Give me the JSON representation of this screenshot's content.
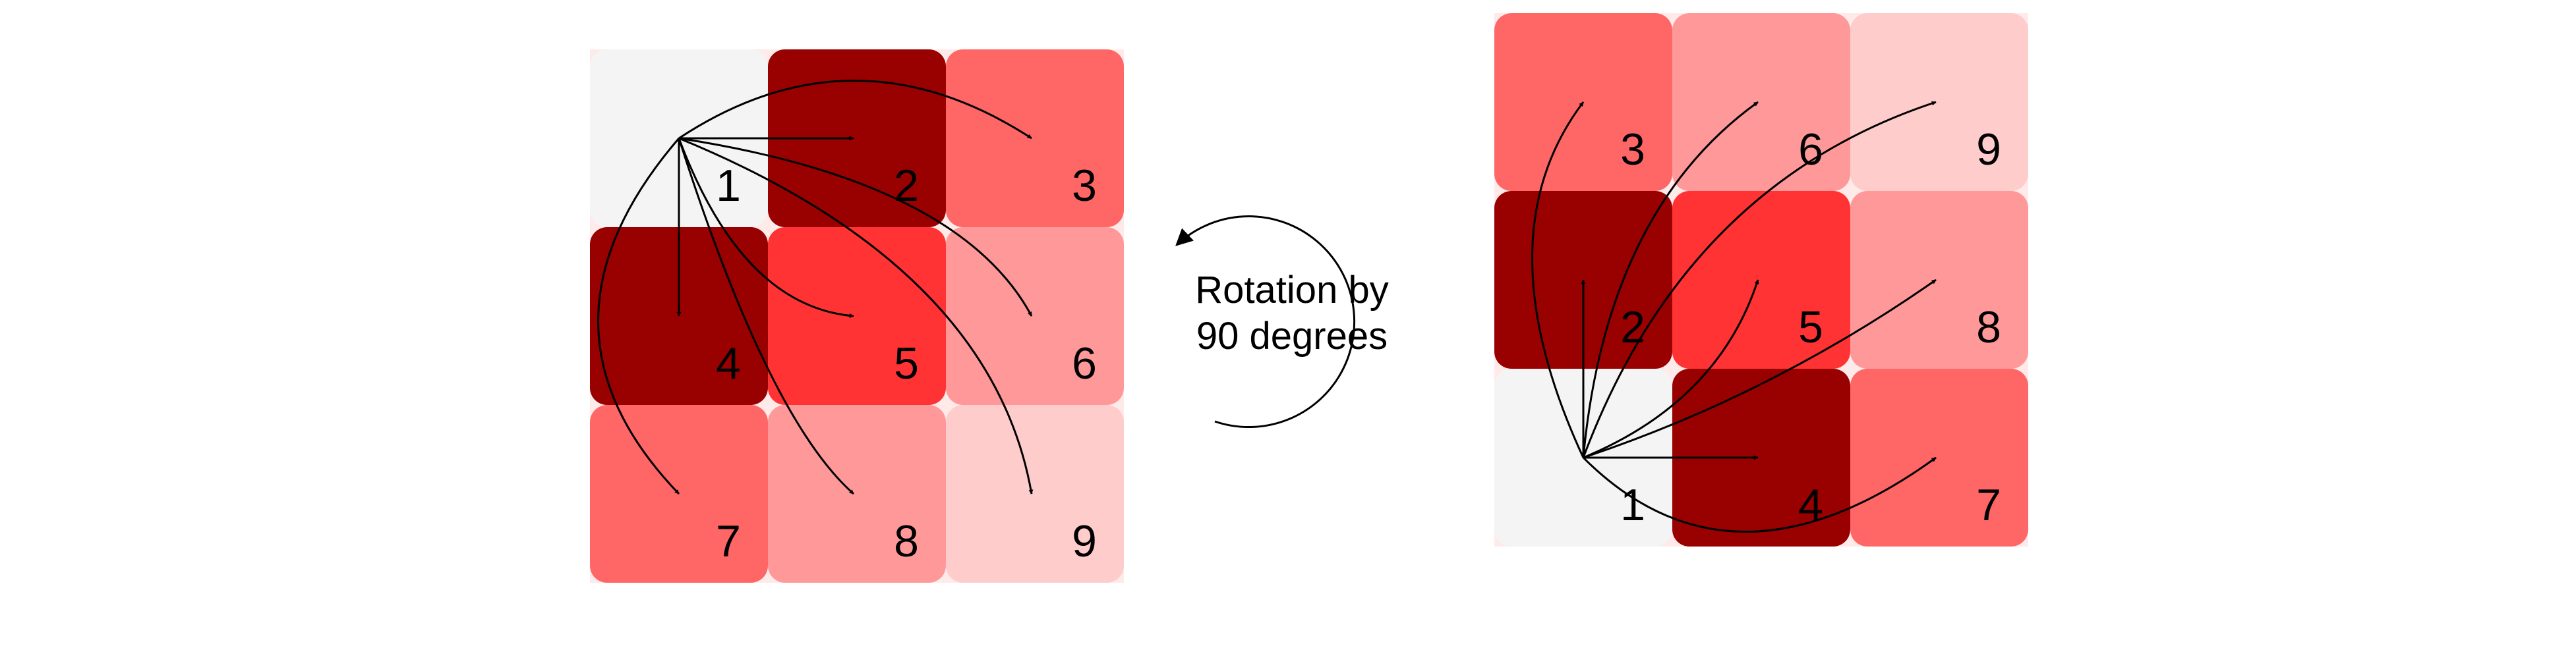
{
  "left_grid": {
    "cells": [
      {
        "label": "1",
        "color": "#f4f4f4"
      },
      {
        "label": "2",
        "color": "#990000"
      },
      {
        "label": "3",
        "color": "#ff6666"
      },
      {
        "label": "4",
        "color": "#990000"
      },
      {
        "label": "5",
        "color": "#ff3333"
      },
      {
        "label": "6",
        "color": "#ff9999"
      },
      {
        "label": "7",
        "color": "#ff6666"
      },
      {
        "label": "8",
        "color": "#ff9999"
      },
      {
        "label": "9",
        "color": "#ffcccc"
      }
    ]
  },
  "right_grid": {
    "cells": [
      {
        "label": "3",
        "color": "#ff6666"
      },
      {
        "label": "6",
        "color": "#ff9999"
      },
      {
        "label": "9",
        "color": "#ffcccc"
      },
      {
        "label": "2",
        "color": "#990000"
      },
      {
        "label": "5",
        "color": "#ff3333"
      },
      {
        "label": "8",
        "color": "#ff9999"
      },
      {
        "label": "1",
        "color": "#f4f4f4"
      },
      {
        "label": "4",
        "color": "#990000"
      },
      {
        "label": "7",
        "color": "#ff6666"
      }
    ]
  },
  "rotation": {
    "line1": "Rotation by",
    "line2": "90 degrees",
    "icon": "circular-arrow-icon"
  }
}
